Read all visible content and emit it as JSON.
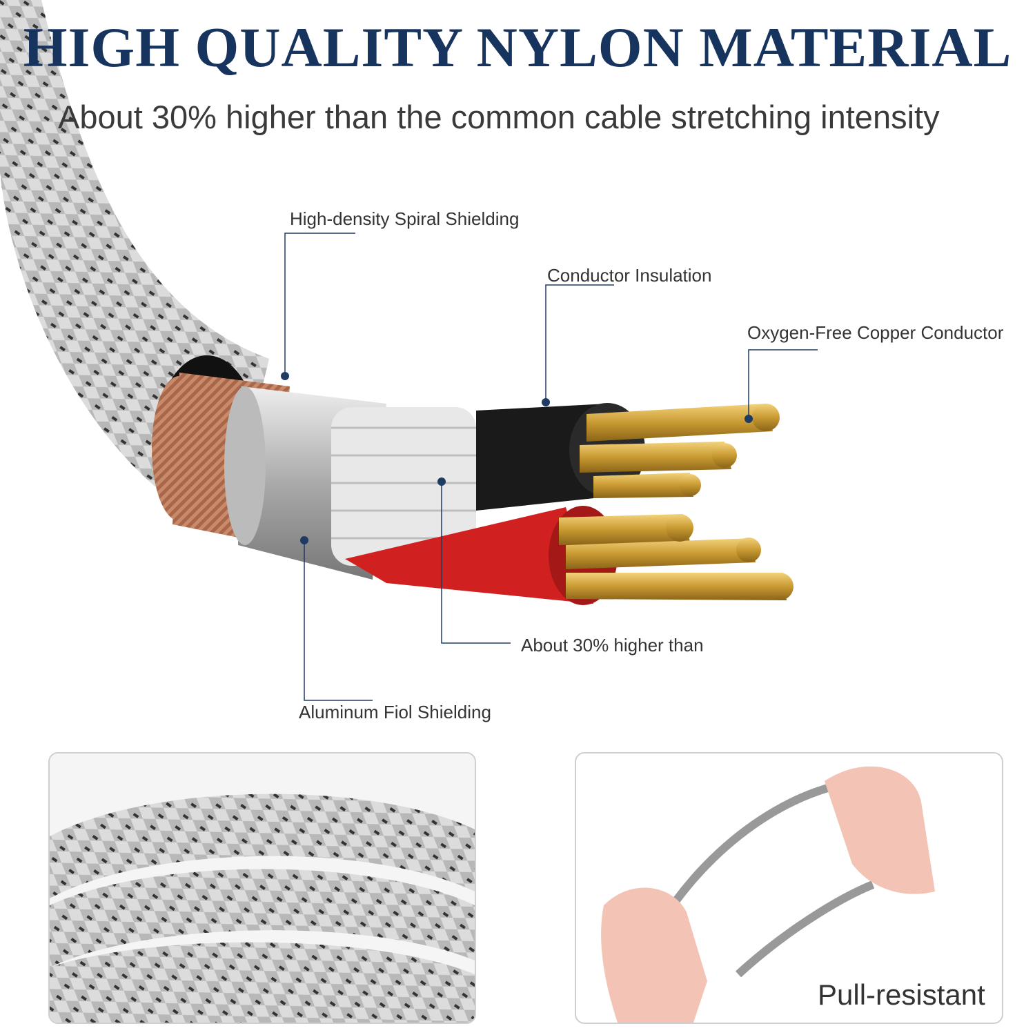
{
  "header": {
    "title": "HIGH QUALITY NYLON MATERIAL",
    "subtitle": "About 30% higher than the common cable stretching intensity"
  },
  "callouts": [
    {
      "label": "High-density Spiral Shielding"
    },
    {
      "label": "Conductor Insulation"
    },
    {
      "label": "Oxygen-Free Copper Conductor"
    },
    {
      "label": "About 30% higher than"
    },
    {
      "label": "Aluminum Fiol Shielding"
    }
  ],
  "panels": {
    "right_caption": "Pull-resistant"
  },
  "colors": {
    "title": "#17345f",
    "leader": "#1f3b63",
    "copper": "#c98a6a",
    "gold": "#d9b04a",
    "red": "#d0201f",
    "black": "#1a1a1a"
  }
}
